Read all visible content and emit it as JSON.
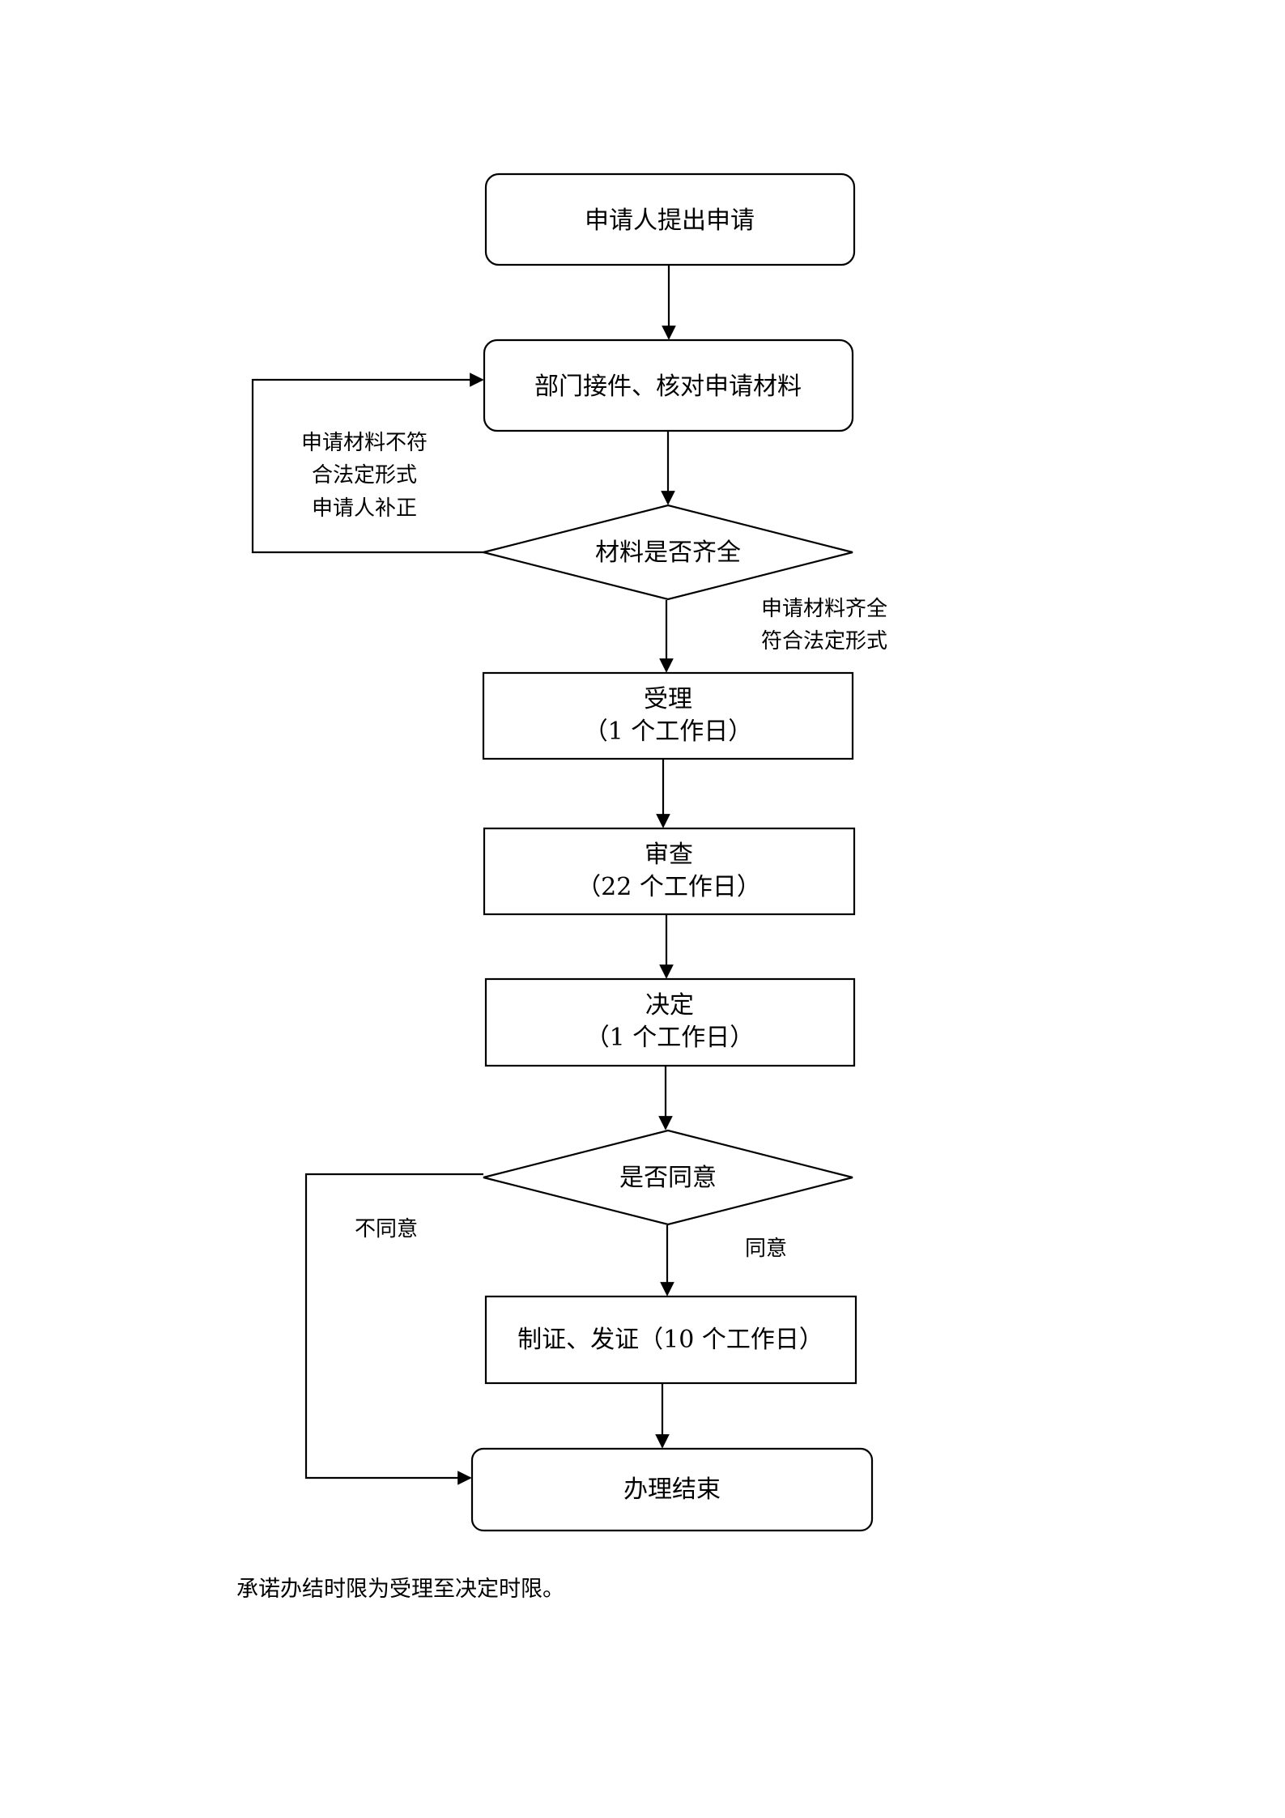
{
  "nodes": {
    "start": "申请人提出申请",
    "check": "部门接件、核对申请材料",
    "complete_q": "材料是否齐全",
    "accept": {
      "title": "受理",
      "duration": "（1 个工作日）"
    },
    "review": {
      "title": "审查",
      "duration": "（22 个工作日）"
    },
    "decide": {
      "title": "决定",
      "duration": "（1 个工作日）"
    },
    "agree_q": "是否同意",
    "issue": "制证、发证（10 个工作日）",
    "end": "办理结束"
  },
  "edges": {
    "incomplete": [
      "申请材料不符",
      "合法定形式",
      "申请人补正"
    ],
    "complete": [
      "申请材料齐全",
      "符合法定形式"
    ],
    "disagree": "不同意",
    "agree": "同意"
  },
  "footnote": "承诺办结时限为受理至决定时限。"
}
